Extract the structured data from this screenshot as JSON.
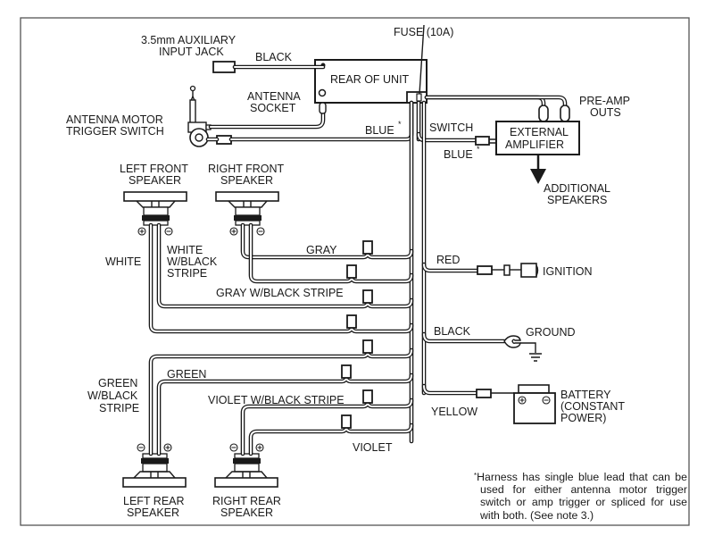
{
  "diagram": {
    "type": "car stereo wiring diagram",
    "head_unit": {
      "label": "REAR OF UNIT",
      "fuse_label": "FUSE (10A)"
    },
    "top_left": {
      "aux_jack_label_1": "3.5mm AUXILIARY",
      "aux_jack_label_2": "INPUT JACK",
      "aux_wire": "BLACK",
      "antenna_socket_1": "ANTENNA",
      "antenna_socket_2": "SOCKET",
      "antenna_motor_1": "ANTENNA MOTOR",
      "antenna_motor_2": "TRIGGER SWITCH",
      "antenna_wire": "BLUE",
      "asterisk": "*"
    },
    "amplifier": {
      "switch_label": "SWITCH",
      "trigger_wire": "BLUE",
      "asterisk": "*",
      "box_line_1": "EXTERNAL",
      "box_line_2": "AMPLIFIER",
      "preamp_1": "PRE-AMP",
      "preamp_2": "OUTS",
      "additional_1": "ADDITIONAL",
      "additional_2": "SPEAKERS"
    },
    "speakers": {
      "left_front_1": "LEFT FRONT",
      "left_front_2": "SPEAKER",
      "right_front_1": "RIGHT FRONT",
      "right_front_2": "SPEAKER",
      "left_rear_1": "LEFT REAR",
      "left_rear_2": "SPEAKER",
      "right_rear_1": "RIGHT REAR",
      "right_rear_2": "SPEAKER",
      "plus": "+",
      "minus": "−"
    },
    "speaker_wires": {
      "white": "WHITE",
      "white_black_1": "WHITE",
      "white_black_2": "W/BLACK",
      "white_black_3": "STRIPE",
      "gray": "GRAY",
      "gray_black": "GRAY W/BLACK STRIPE",
      "green": "GREEN",
      "green_black_1": "GREEN",
      "green_black_2": "W/BLACK",
      "green_black_3": "STRIPE",
      "violet_black": "VIOLET W/BLACK STRIPE",
      "violet": "VIOLET"
    },
    "power": {
      "red_wire": "RED",
      "ignition": "IGNITION",
      "black_wire": "BLACK",
      "ground": "GROUND",
      "yellow_wire": "YELLOW",
      "battery_1": "BATTERY",
      "battery_2": "(CONSTANT",
      "battery_3": "POWER)"
    },
    "footnote": {
      "asterisk": "*",
      "text": "Harness has single blue lead that can be used for either antenna motor trigger switch or amp trigger or spliced for use with both. (See note 3.)"
    }
  }
}
